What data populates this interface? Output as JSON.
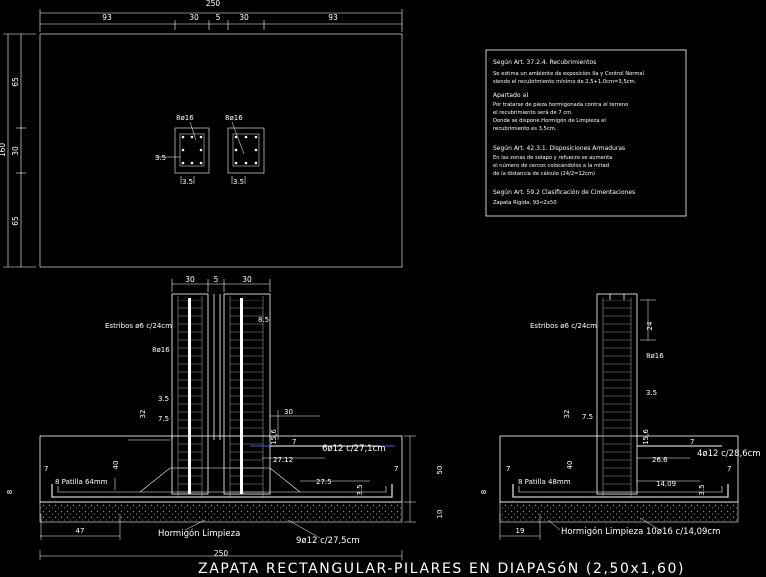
{
  "plan": {
    "overall_width": "250",
    "segment_left": "93",
    "segment_col1": "30",
    "segment_gap": "5",
    "segment_col2": "30",
    "segment_right": "93",
    "overall_height": "160",
    "height_top": "65",
    "height_mid": "30",
    "height_bottom": "65",
    "bar_label_left": "8ø16",
    "bar_label_right": "8ø16",
    "cover_side": "3.5",
    "cover_bottom_left": "3.5",
    "cover_bottom_right": "3.5"
  },
  "notes": {
    "art1_title": "Según Art. 37.2.4. Recubrimientos",
    "art1_line1": "Se estima un ambiente de exposición IIa y Control Normal",
    "art1_line2": "siendo el recubrimiento mínimo de 2,5+1,0cm=3,5cm.",
    "sub_title": "Apartado a)",
    "sub_line1": "Por tratarse de pieza hormigonada contra el terreno",
    "sub_line2": "el recubrimiento será de 7 cm.",
    "sub_line3": "Donde se dispone Hormigón de Limpieza el",
    "sub_line4": "recubrimiento es 3,5cm.",
    "art2_title": "Según Art. 42.3.1. Disposiciones Armaduras",
    "art2_line1": "En las zonas de solapo y refuerzo se aumenta",
    "art2_line2": "el número de cercos colocándolos a la mitad",
    "art2_line3": "de la distancia de cálculo (24/2=12cm)",
    "art3_title": "Según Art. 59.2 Clasificación de Cimentaciones",
    "art3_line1": "Zapata Rígida: 93<2x50"
  },
  "elevation": {
    "col_width_1": "30",
    "col_gap": "5",
    "col_width_2": "30",
    "gap_between": "8.5",
    "stirrups": "Estribos ø6 c/24cm",
    "col_bars": "8ø16",
    "cover_left_1": "3.5",
    "cover_left_2": "7.5",
    "lap_height": "32",
    "anchor_len": "30",
    "anchor_vertical": "15,6",
    "hook": "7",
    "top_bars": "6ø12 c/27,1cm",
    "top_bar_len": "27.12",
    "depth_1": "40",
    "patilla": "8 Patilla 64mm",
    "side_cover_l": "7",
    "side_cover_r": "7",
    "bottom_bar_len": "27.5",
    "bottom_cover": "3.5",
    "depth_total": "50",
    "blinding_thk": "10",
    "bottom_left_cover": "8",
    "edge_len": "47",
    "blinding": "Hormigón Limpieza",
    "bottom_bars": "9ø12 c/27,5cm",
    "overall_width": "250"
  },
  "side_section": {
    "stirrups": "Estribos ø6 c/24cm",
    "stirrup_spacing": "24",
    "col_bars": "8ø16",
    "cover_3_5": "3.5",
    "cover_7_5": "7.5",
    "lap_height": "32",
    "anchor_vertical": "15,6",
    "hook": "7",
    "top_bars": "4ø12 c/28,6cm",
    "top_bar_len": "26.6",
    "depth_1": "40",
    "patilla": "8 Patilla 48mm",
    "side_cover_l": "7",
    "side_cover_r": "7",
    "bottom_bar_len": "14,09",
    "bottom_cover": "3.5",
    "bottom_left_cover": "8",
    "edge_len": "19",
    "blinding": "Hormigón Limpieza",
    "bottom_bars": "10ø16 c/14,09cm"
  },
  "title": "ZAPATA RECTANGULAR-PILARES EN DIAPASóN (2,50x1,60)"
}
